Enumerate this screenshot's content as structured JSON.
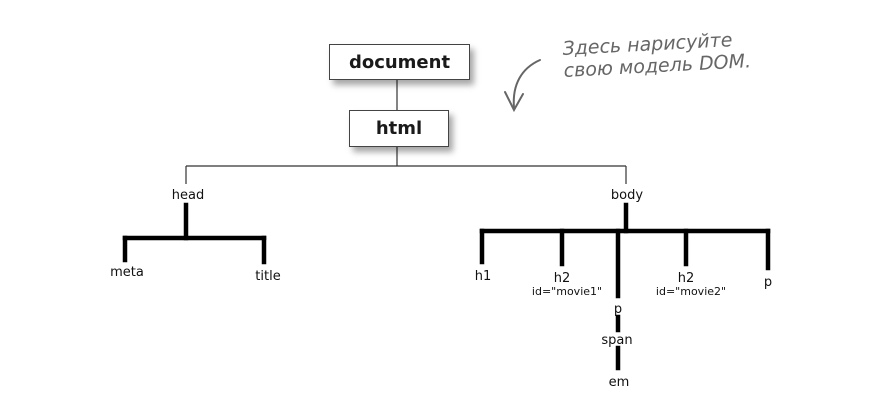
{
  "nodes": {
    "document": "document",
    "html": "html",
    "head": "head",
    "body": "body",
    "meta": "meta",
    "title": "title",
    "h1": "h1",
    "h2_a": "h2",
    "h2_a_id": "id=\"movie1\"",
    "p_mid": "p",
    "span": "span",
    "em": "em",
    "h2_b": "h2",
    "h2_b_id": "id=\"movie2\"",
    "p_end": "p"
  },
  "note": {
    "line1": "Здесь нарисуйте",
    "line2": "свою модель DOM."
  },
  "colors": {
    "thick_line": "#000000",
    "thin_line": "#333333",
    "note": "#666666"
  }
}
